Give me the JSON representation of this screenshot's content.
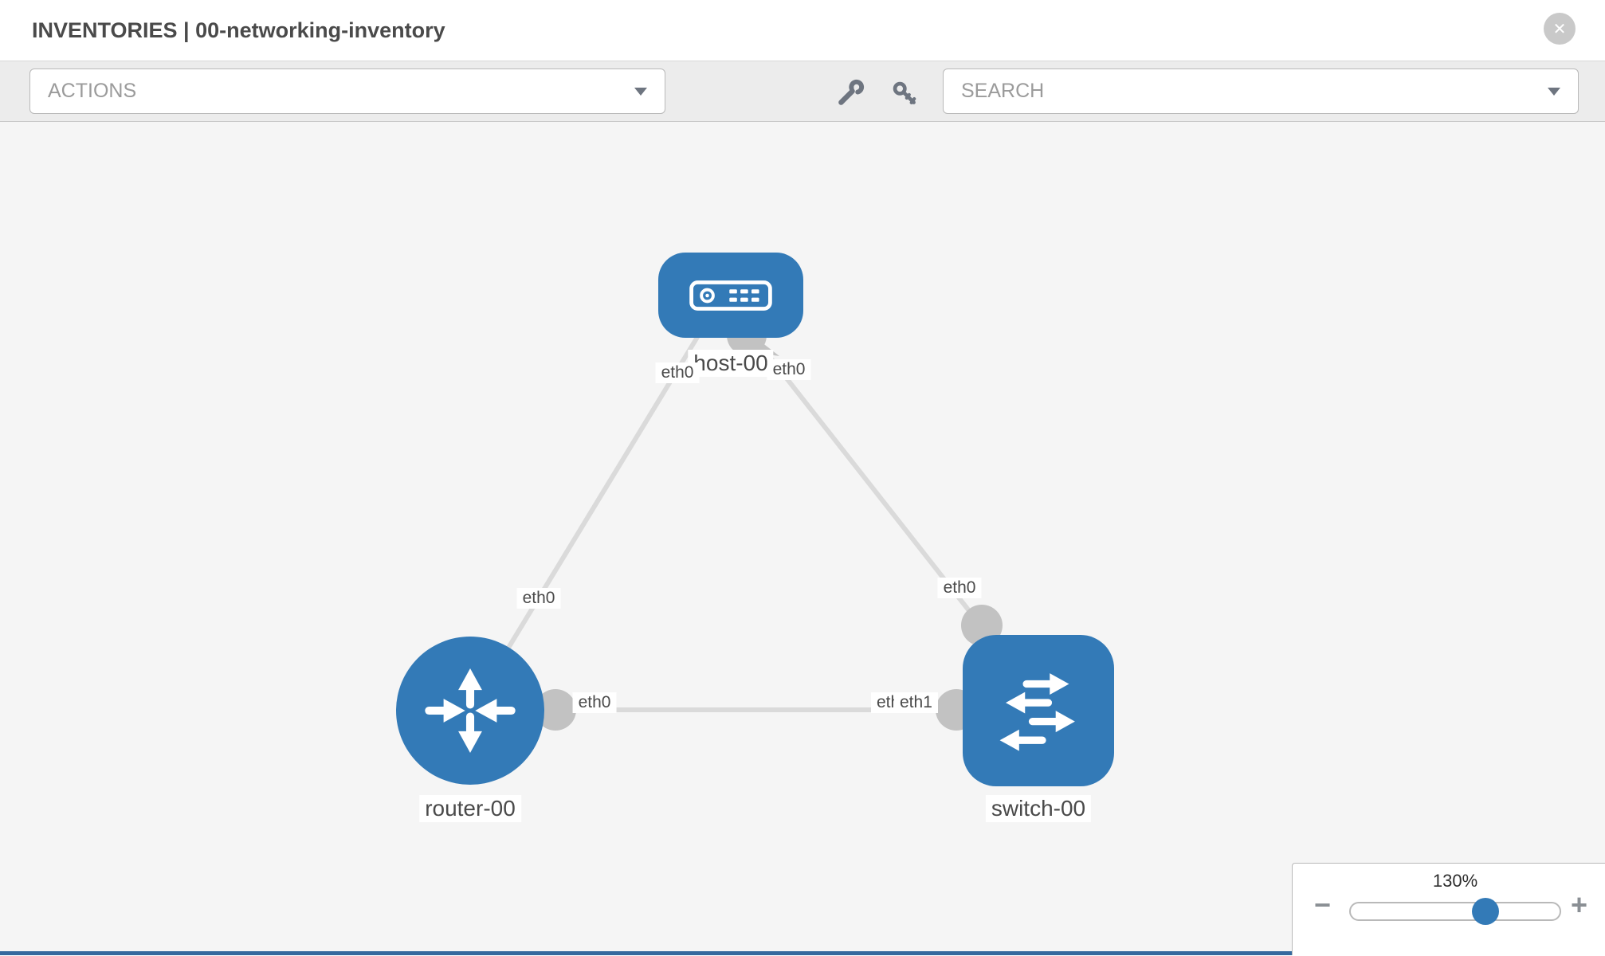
{
  "header": {
    "title": "INVENTORIES | 00-networking-inventory",
    "close_glyph": "✕"
  },
  "toolbar": {
    "actions_label": "ACTIONS",
    "search_placeholder": "SEARCH",
    "icons": [
      "wrench-icon",
      "key-icon"
    ]
  },
  "topology": {
    "nodes": [
      {
        "label": "host-00",
        "type": "host"
      },
      {
        "label": "router-00",
        "type": "router"
      },
      {
        "label": "switch-00",
        "type": "switch"
      }
    ],
    "links": [
      {
        "a": "host-00",
        "b": "router-00",
        "a_if": "eth0",
        "b_if": "eth0"
      },
      {
        "a": "host-00",
        "b": "switch-00",
        "a_if": "eth0",
        "b_if": "eth0"
      },
      {
        "a": "router-00",
        "b": "switch-00",
        "a_if": "eth0",
        "b_if": "eth1",
        "b_if_overlapped": "eth0"
      }
    ]
  },
  "zoom_control": {
    "value": "130%",
    "percent": 130,
    "minus_glyph": "−",
    "plus_glyph": "+"
  },
  "colors": {
    "node_blue": "#337ab7",
    "link_gray": "#dadada",
    "connector_gray": "#c2c2c2",
    "toolbar_bg": "#ececec",
    "canvas_bg": "#f5f5f5",
    "footer_bar_blue": "#35699e",
    "label_text": "#4a4a4a"
  }
}
